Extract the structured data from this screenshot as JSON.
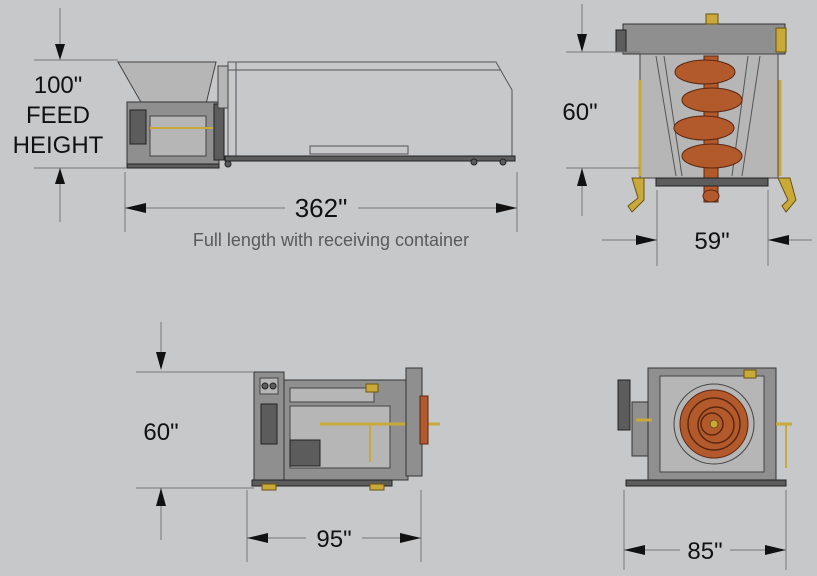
{
  "dimensions": {
    "feed_height_value": "100\"",
    "feed_height_line1": "FEED",
    "feed_height_line2": "HEIGHT",
    "full_length": "362\"",
    "full_length_note": "Full length with receiving container",
    "end_height": "60\"",
    "end_width": "59\"",
    "unit_height": "60\"",
    "unit_length": "95\"",
    "unit_end_width": "85\""
  },
  "colors": {
    "background": "#c7c8ca",
    "machine_gray": "#8f8f8f",
    "auger_rust": "#b25a2c",
    "fitting_brass": "#c9a93a"
  }
}
